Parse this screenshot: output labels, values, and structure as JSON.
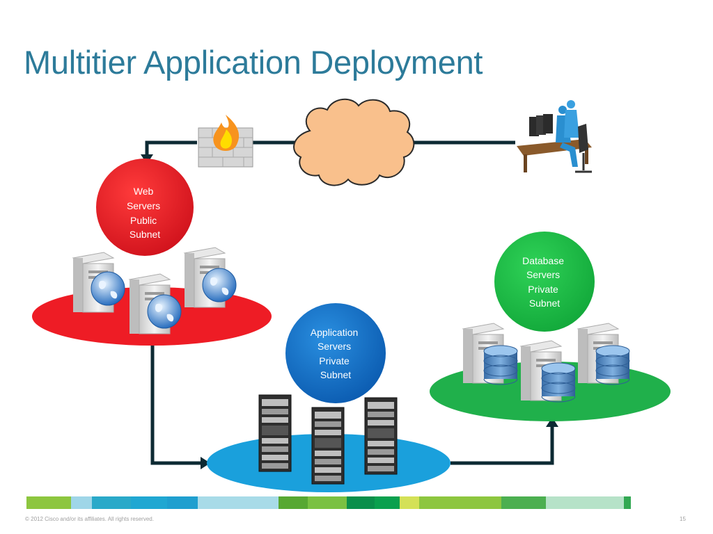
{
  "slide": {
    "title": "Multitier Application Deployment",
    "copyright": "© 2012 Cisco and/or its affiliates. All rights reserved.",
    "page_number": "15"
  },
  "web_tier": {
    "label_lines": [
      "Web",
      "Servers",
      "Public",
      "Subnet"
    ],
    "color": "#ee1c25"
  },
  "app_tier": {
    "label_lines": [
      "Application",
      "Servers",
      "Private",
      "Subnet"
    ],
    "color": "#1aa0dc"
  },
  "db_tier": {
    "label_lines": [
      "Database",
      "Servers",
      "Private",
      "Subnet"
    ],
    "color": "#20b04b"
  },
  "icons": [
    "firewall-icon",
    "internet-cloud-icon",
    "users-workstation-icon",
    "web-server-icon",
    "app-server-rack-icon",
    "database-server-icon"
  ],
  "strip_colors": [
    "#8dc63f",
    "#9fd6e8",
    "#2aa9c9",
    "#20a7d2",
    "#1f9fcf",
    "#a8dbe8",
    "#57a832",
    "#7ac142",
    "#0a8f4a",
    "#0aa04e",
    "#d4e157",
    "#8dc63f",
    "#4caf50",
    "#b6e2c8",
    "#32a852"
  ]
}
